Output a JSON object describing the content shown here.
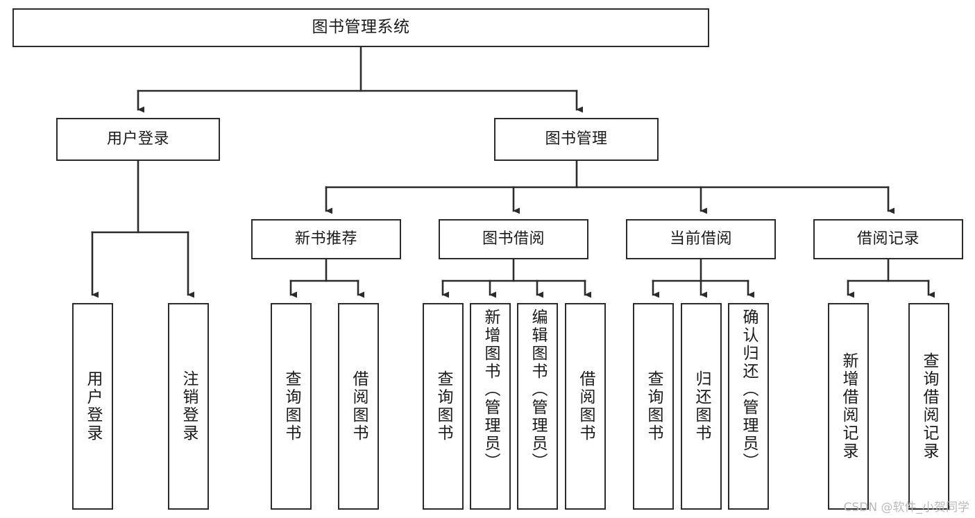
{
  "diagram": {
    "title": "图书管理系统",
    "type": "hierarchy-tree",
    "orientation": "top-down",
    "colors": {
      "background": "#ffffff",
      "node_border": "#2b2b2b",
      "node_fill": "#ffffff",
      "edge": "#2b2b2b",
      "text": "#1a1a1a",
      "watermark": "#b9b9b9"
    },
    "watermark": "CSDN @软件_小贺同学"
  },
  "nodes": {
    "root": {
      "label": "图书管理系统"
    },
    "level2": [
      {
        "id": "user-login",
        "label": "用户登录"
      },
      {
        "id": "book-manage",
        "label": "图书管理"
      }
    ],
    "level3": [
      {
        "id": "new-book-recommend",
        "label": "新书推荐"
      },
      {
        "id": "book-borrow",
        "label": "图书借阅"
      },
      {
        "id": "current-borrow",
        "label": "当前借阅"
      },
      {
        "id": "borrow-record",
        "label": "借阅记录"
      }
    ],
    "leaves": {
      "user_login": [
        {
          "id": "leaf-user-login",
          "label": "用户登录"
        },
        {
          "id": "leaf-user-logout",
          "label": "注销登录"
        }
      ],
      "new_book_recommend": [
        {
          "id": "leaf-query-book-1",
          "label": "查询图书"
        },
        {
          "id": "leaf-borrow-book-1",
          "label": "借阅图书"
        }
      ],
      "book_borrow": [
        {
          "id": "leaf-query-book-2",
          "label": "查询图书"
        },
        {
          "id": "leaf-add-book",
          "label": "新增图书（管理员）"
        },
        {
          "id": "leaf-edit-book",
          "label": "编辑图书（管理员）"
        },
        {
          "id": "leaf-borrow-book-2",
          "label": "借阅图书"
        }
      ],
      "current_borrow": [
        {
          "id": "leaf-query-book-3",
          "label": "查询图书"
        },
        {
          "id": "leaf-return-book",
          "label": "归还图书"
        },
        {
          "id": "leaf-confirm-return",
          "label": "确认归还（管理员）"
        }
      ],
      "borrow_record": [
        {
          "id": "leaf-add-record",
          "label": "新增借阅记录"
        },
        {
          "id": "leaf-query-record",
          "label": "查询借阅记录"
        }
      ]
    }
  }
}
